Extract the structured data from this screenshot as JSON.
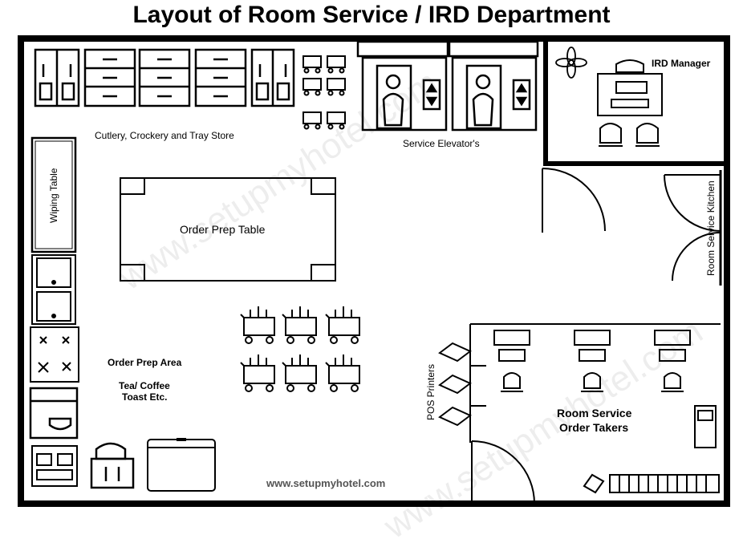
{
  "title": "Layout of Room Service / IRD Department",
  "labels": {
    "cutlery_store": "Cutlery, Crockery and Tray Store",
    "service_elevators": "Service Elevator's",
    "ird_manager": "IRD Manager",
    "wiping_table": "Wiping Table",
    "order_prep_table": "Order Prep Table",
    "room_service_kitchen": "Room Service Kitchen",
    "order_prep_area": "Order Prep Area",
    "tea_coffee_1": "Tea/ Coffee",
    "tea_coffee_2": "Toast Etc.",
    "pos_printers": "POS Printers",
    "order_takers_1": "Room Service",
    "order_takers_2": "Order Takers",
    "website": "www.setupmyhotel.com"
  },
  "watermark": "www.setupmyhotel.com"
}
